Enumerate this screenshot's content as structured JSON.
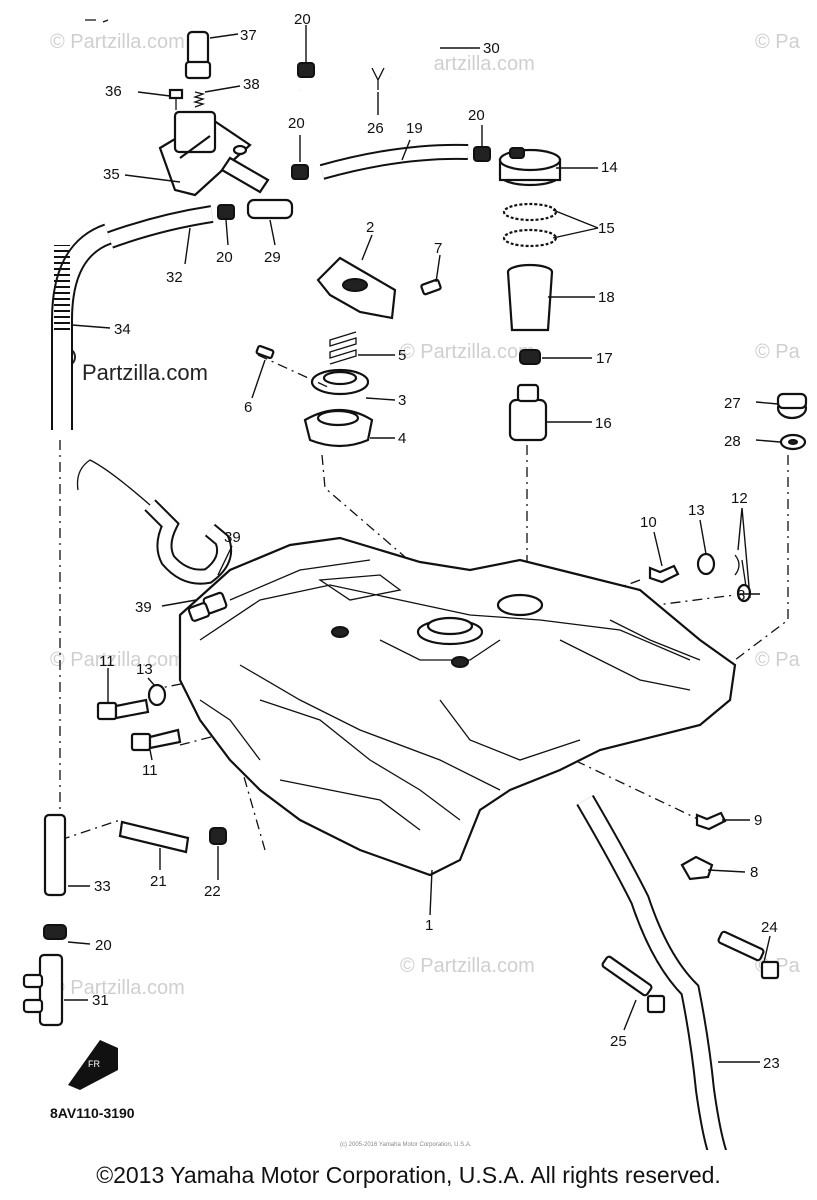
{
  "diagram": {
    "code": "8AV110-3190",
    "watermark": "© Partzilla.com",
    "watermark_prominent": "Partzilla.com",
    "watermark_short": "© Pa",
    "fine_print": "(c) 2005-2016 Yamaha Motor Corporation, U.S.A.",
    "fr_label": "FR",
    "callouts": [
      "37",
      "20",
      "30",
      "38",
      "36",
      "26",
      "19",
      "20",
      "20",
      "14",
      "35",
      "15",
      "2",
      "7",
      "32",
      "20",
      "29",
      "18",
      "34",
      "5",
      "17",
      "6",
      "3",
      "4",
      "16",
      "27",
      "28",
      "10",
      "13",
      "12",
      "39",
      "39",
      "8",
      "13",
      "11",
      "11",
      "9",
      "21",
      "22",
      "33",
      "8",
      "20",
      "24",
      "31",
      "25",
      "23",
      "1"
    ]
  },
  "footer": {
    "copyright": "©2013 Yamaha Motor Corporation, U.S.A. All rights reserved."
  }
}
